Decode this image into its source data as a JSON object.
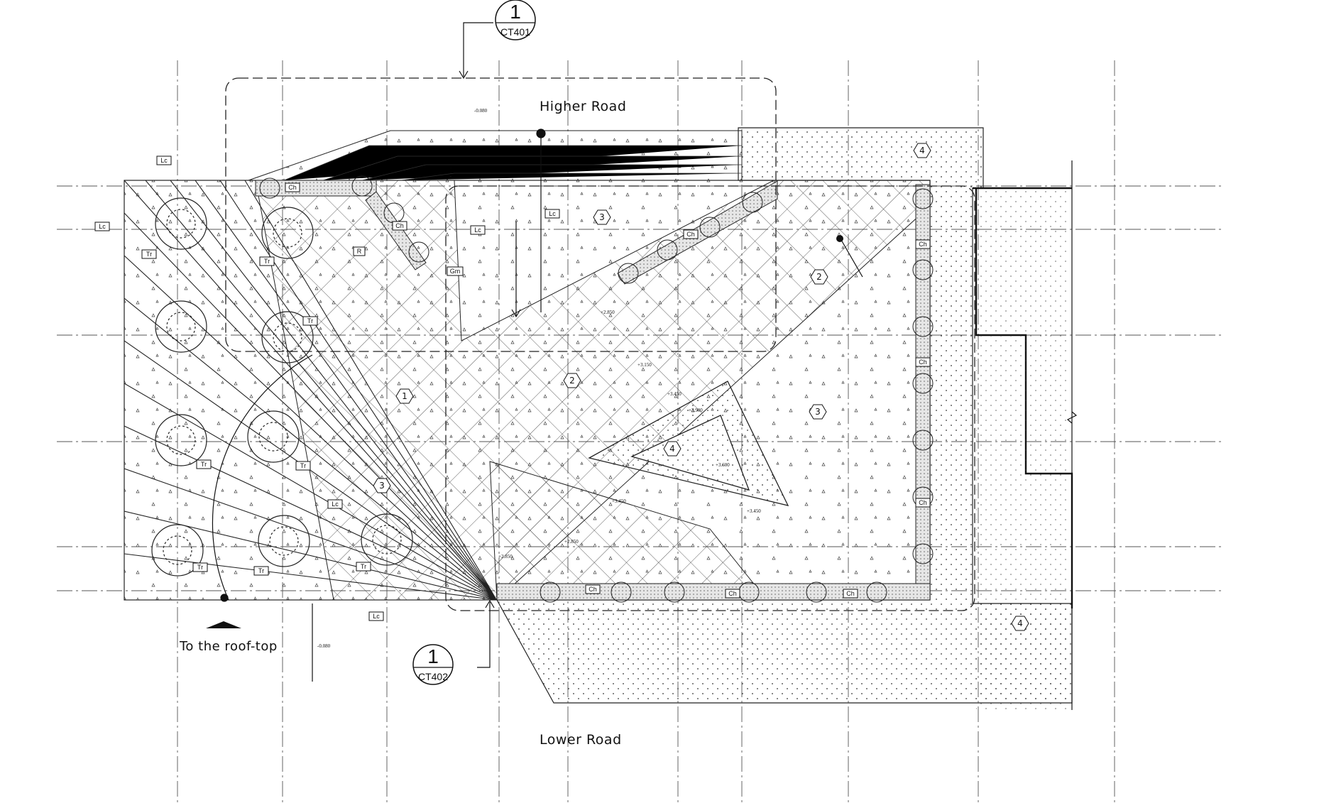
{
  "roads": {
    "higher": "Higher Road",
    "lower": "Lower Road"
  },
  "access_note": "To the roof-top",
  "section_refs": [
    {
      "number": "1",
      "sheet": "CT401"
    },
    {
      "number": "1",
      "sheet": "CT402"
    }
  ],
  "elevations": {
    "top_left": "-0.080",
    "bottom_left": "-0.080",
    "e1": "+2.850",
    "e2": "+3.150",
    "e3": "+3.450",
    "e4": "+3.900",
    "e5": "+3.600",
    "e6": "+3.450",
    "e7": "+3.450",
    "e8": "+2.850",
    "e9": "+2.850"
  },
  "zones": [
    "1",
    "2",
    "2",
    "3",
    "3",
    "3",
    "4",
    "4",
    "4"
  ],
  "tags": {
    "lc": "Lc",
    "ch": "Ch",
    "tr": "Tr",
    "r": "R",
    "gm": "Gm"
  },
  "colors": {
    "ink": "#1a1a1a",
    "grid": "#555555"
  }
}
